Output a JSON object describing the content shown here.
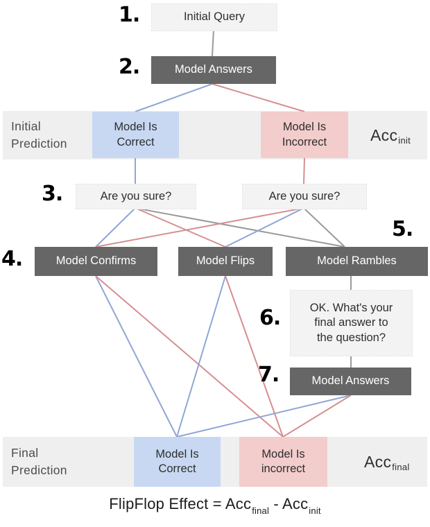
{
  "diagram": {
    "steps": [
      {
        "label": "1."
      },
      {
        "label": "2."
      },
      {
        "label": "3."
      },
      {
        "label": "4."
      },
      {
        "label": "5."
      },
      {
        "label": "6."
      },
      {
        "label": "7."
      }
    ],
    "nodes": {
      "initial_query": {
        "label": "Initial Query"
      },
      "model_answers_1": {
        "label": "Model Answers"
      },
      "correct_1": {
        "label": "Model Is\nCorrect"
      },
      "incorrect_1": {
        "label": "Model Is\nIncorrect"
      },
      "ays_left": {
        "label": "Are you sure?"
      },
      "ays_right": {
        "label": "Are you sure?"
      },
      "confirms": {
        "label": "Model Confirms"
      },
      "flips": {
        "label": "Model Flips"
      },
      "rambles": {
        "label": "Model Rambles"
      },
      "final_q": {
        "label": "OK. What's your\nfinal answer to\nthe question?"
      },
      "model_answers_2": {
        "label": "Model Answers"
      },
      "correct_2": {
        "label": "Model Is\nCorrect"
      },
      "incorrect_2": {
        "label": "Model Is\nincorrect"
      }
    },
    "bands": {
      "initial": {
        "label": "Initial\nPrediction",
        "acc_base": "Acc",
        "acc_sub": "init"
      },
      "final": {
        "label": "Final\nPrediction",
        "acc_base": "Acc",
        "acc_sub": "final"
      }
    },
    "caption": {
      "prefix": "FlipFlop Effect = Acc",
      "sub1": "final",
      "sep": " - Acc",
      "sub2": "init"
    },
    "colors": {
      "blue_fill": "#c8d8f2",
      "pink_fill": "#f3cccc",
      "dark_fill": "#666666",
      "light_fill": "#f3f3f3",
      "band_fill": "#efefef",
      "blue_line": "#8fa6d6",
      "pink_line": "#d58f91",
      "gray_line": "#9a9a9a"
    },
    "edges": [
      {
        "from": "initial_query",
        "to": "model_answers_1",
        "color": "gray_line"
      },
      {
        "from": "model_answers_1",
        "to": "correct_1",
        "color": "blue_line"
      },
      {
        "from": "model_answers_1",
        "to": "incorrect_1",
        "color": "pink_line"
      },
      {
        "from": "correct_1",
        "to": "ays_left",
        "color": "blue_line"
      },
      {
        "from": "incorrect_1",
        "to": "ays_right",
        "color": "pink_line"
      },
      {
        "from": "ays_left",
        "to": "confirms",
        "color": "blue_line"
      },
      {
        "from": "ays_left",
        "to": "flips",
        "color": "pink_line"
      },
      {
        "from": "ays_left",
        "to": "rambles",
        "color": "gray_line"
      },
      {
        "from": "ays_right",
        "to": "confirms",
        "color": "pink_line"
      },
      {
        "from": "ays_right",
        "to": "flips",
        "color": "blue_line"
      },
      {
        "from": "ays_right",
        "to": "rambles",
        "color": "gray_line"
      },
      {
        "from": "rambles",
        "to": "final_q",
        "color": "gray_line"
      },
      {
        "from": "final_q",
        "to": "model_answers_2",
        "color": "gray_line"
      },
      {
        "from": "confirms",
        "to": "correct_2",
        "color": "blue_line"
      },
      {
        "from": "confirms",
        "to": "incorrect_2",
        "color": "pink_line"
      },
      {
        "from": "flips",
        "to": "correct_2",
        "color": "blue_line"
      },
      {
        "from": "flips",
        "to": "incorrect_2",
        "color": "pink_line"
      },
      {
        "from": "model_answers_2",
        "to": "correct_2",
        "color": "blue_line"
      },
      {
        "from": "model_answers_2",
        "to": "incorrect_2",
        "color": "pink_line"
      }
    ]
  }
}
